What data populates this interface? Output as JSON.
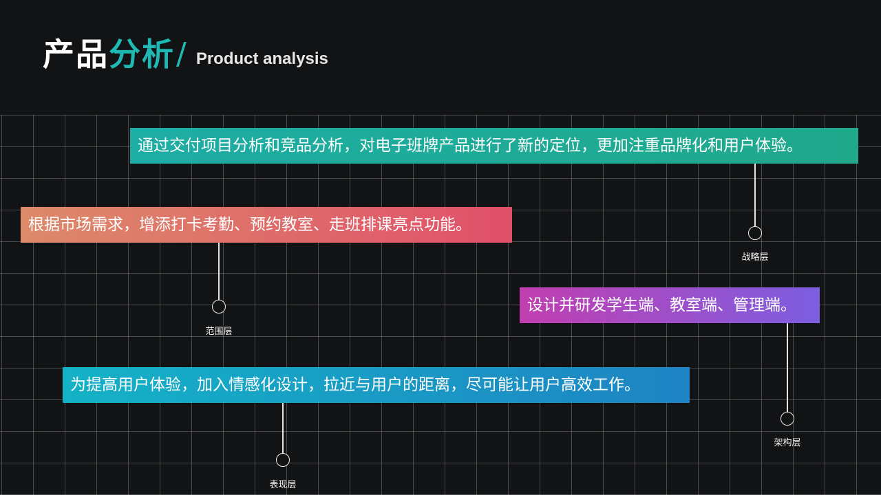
{
  "header": {
    "title_white": "产品",
    "title_teal": "分析",
    "slash": "/",
    "subtitle": "Product analysis"
  },
  "layers": [
    {
      "text": "通过交付项目分析和竞品分析，对电子班牌产品进行了新的定位，更加注重品牌化和用户体验。",
      "label": "战略层",
      "color_start": "#1eada5",
      "color_end": "#1fa88a"
    },
    {
      "text": "根据市场需求，增添打卡考勤、预约教室、走班排课亮点功能。",
      "label": "范围层",
      "color_start": "#dd8a6a",
      "color_end": "#e0506a"
    },
    {
      "text": "设计并研发学生端、教室端、管理端。",
      "label": "架构层",
      "color_start": "#c13fb0",
      "color_end": "#7c5ee0"
    },
    {
      "text": "为提高用户体验，加入情感化设计，拉近与用户的距离，尽可能让用户高效工作。",
      "label": "表现层",
      "color_start": "#14b2c6",
      "color_end": "#1e84c4"
    }
  ],
  "colors": {
    "background": "#111315",
    "accent": "#1fb8b2"
  }
}
